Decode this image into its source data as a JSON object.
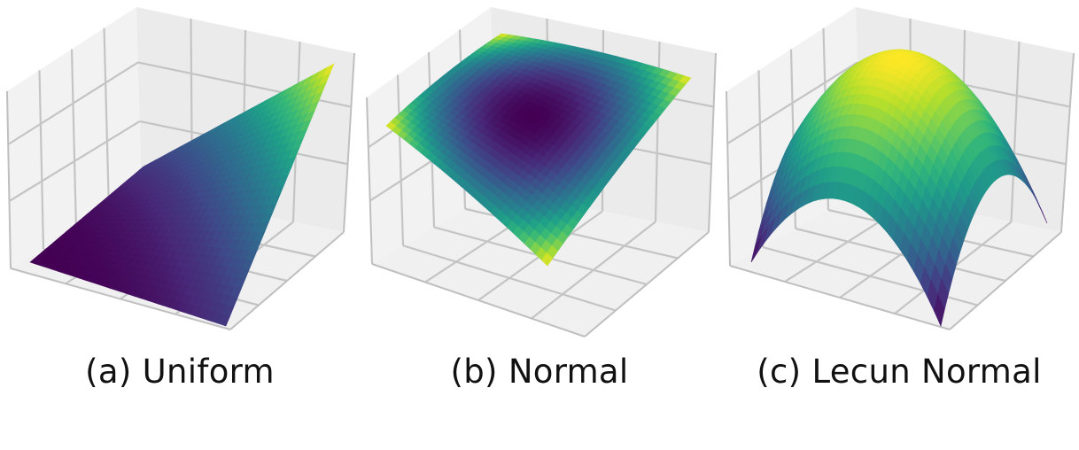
{
  "figure": {
    "panels": [
      {
        "caption": "(a) Uniform"
      },
      {
        "caption": "(b) Normal"
      },
      {
        "caption": "(c) Lecun Normal"
      }
    ]
  },
  "chart_data": [
    {
      "type": "surface3d",
      "title": "",
      "caption": "(a) Uniform",
      "surface": "monotonic rising sheet, low (dark purple) over most of the domain, curving sharply up to a high (yellow) corner at the back-right",
      "colormap": "viridis",
      "grid": true,
      "tick_labels": false
    },
    {
      "type": "surface3d",
      "title": "",
      "caption": "(b) Normal",
      "surface": "bowl / saddle-like surface, minimum (dark) in the center, rising to yellow peaks at the corners",
      "colormap": "viridis",
      "grid": true,
      "tick_labels": false
    },
    {
      "type": "surface3d",
      "title": "",
      "caption": "(c) Lecun Normal",
      "surface": "dome surface, maximum (yellow) at the center top, falling to dark purple at the corners",
      "colormap": "viridis",
      "grid": true,
      "tick_labels": false
    }
  ]
}
